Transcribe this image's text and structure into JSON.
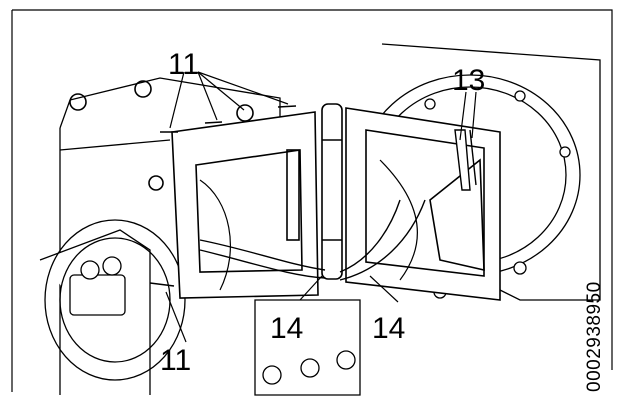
{
  "figure": {
    "callouts": {
      "screws_top": "11",
      "screws_bottom": "11",
      "electrodes": "13",
      "cables_left": "14",
      "cables_right": "14"
    },
    "document_id": "0002938950"
  }
}
